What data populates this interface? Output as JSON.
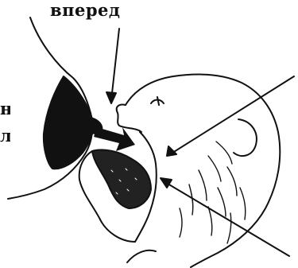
{
  "labels": {
    "top": "вперед",
    "left_fragment_1": "н",
    "left_fragment_2": "л"
  },
  "colors": {
    "ink": "#111111",
    "background": "#ffffff"
  }
}
